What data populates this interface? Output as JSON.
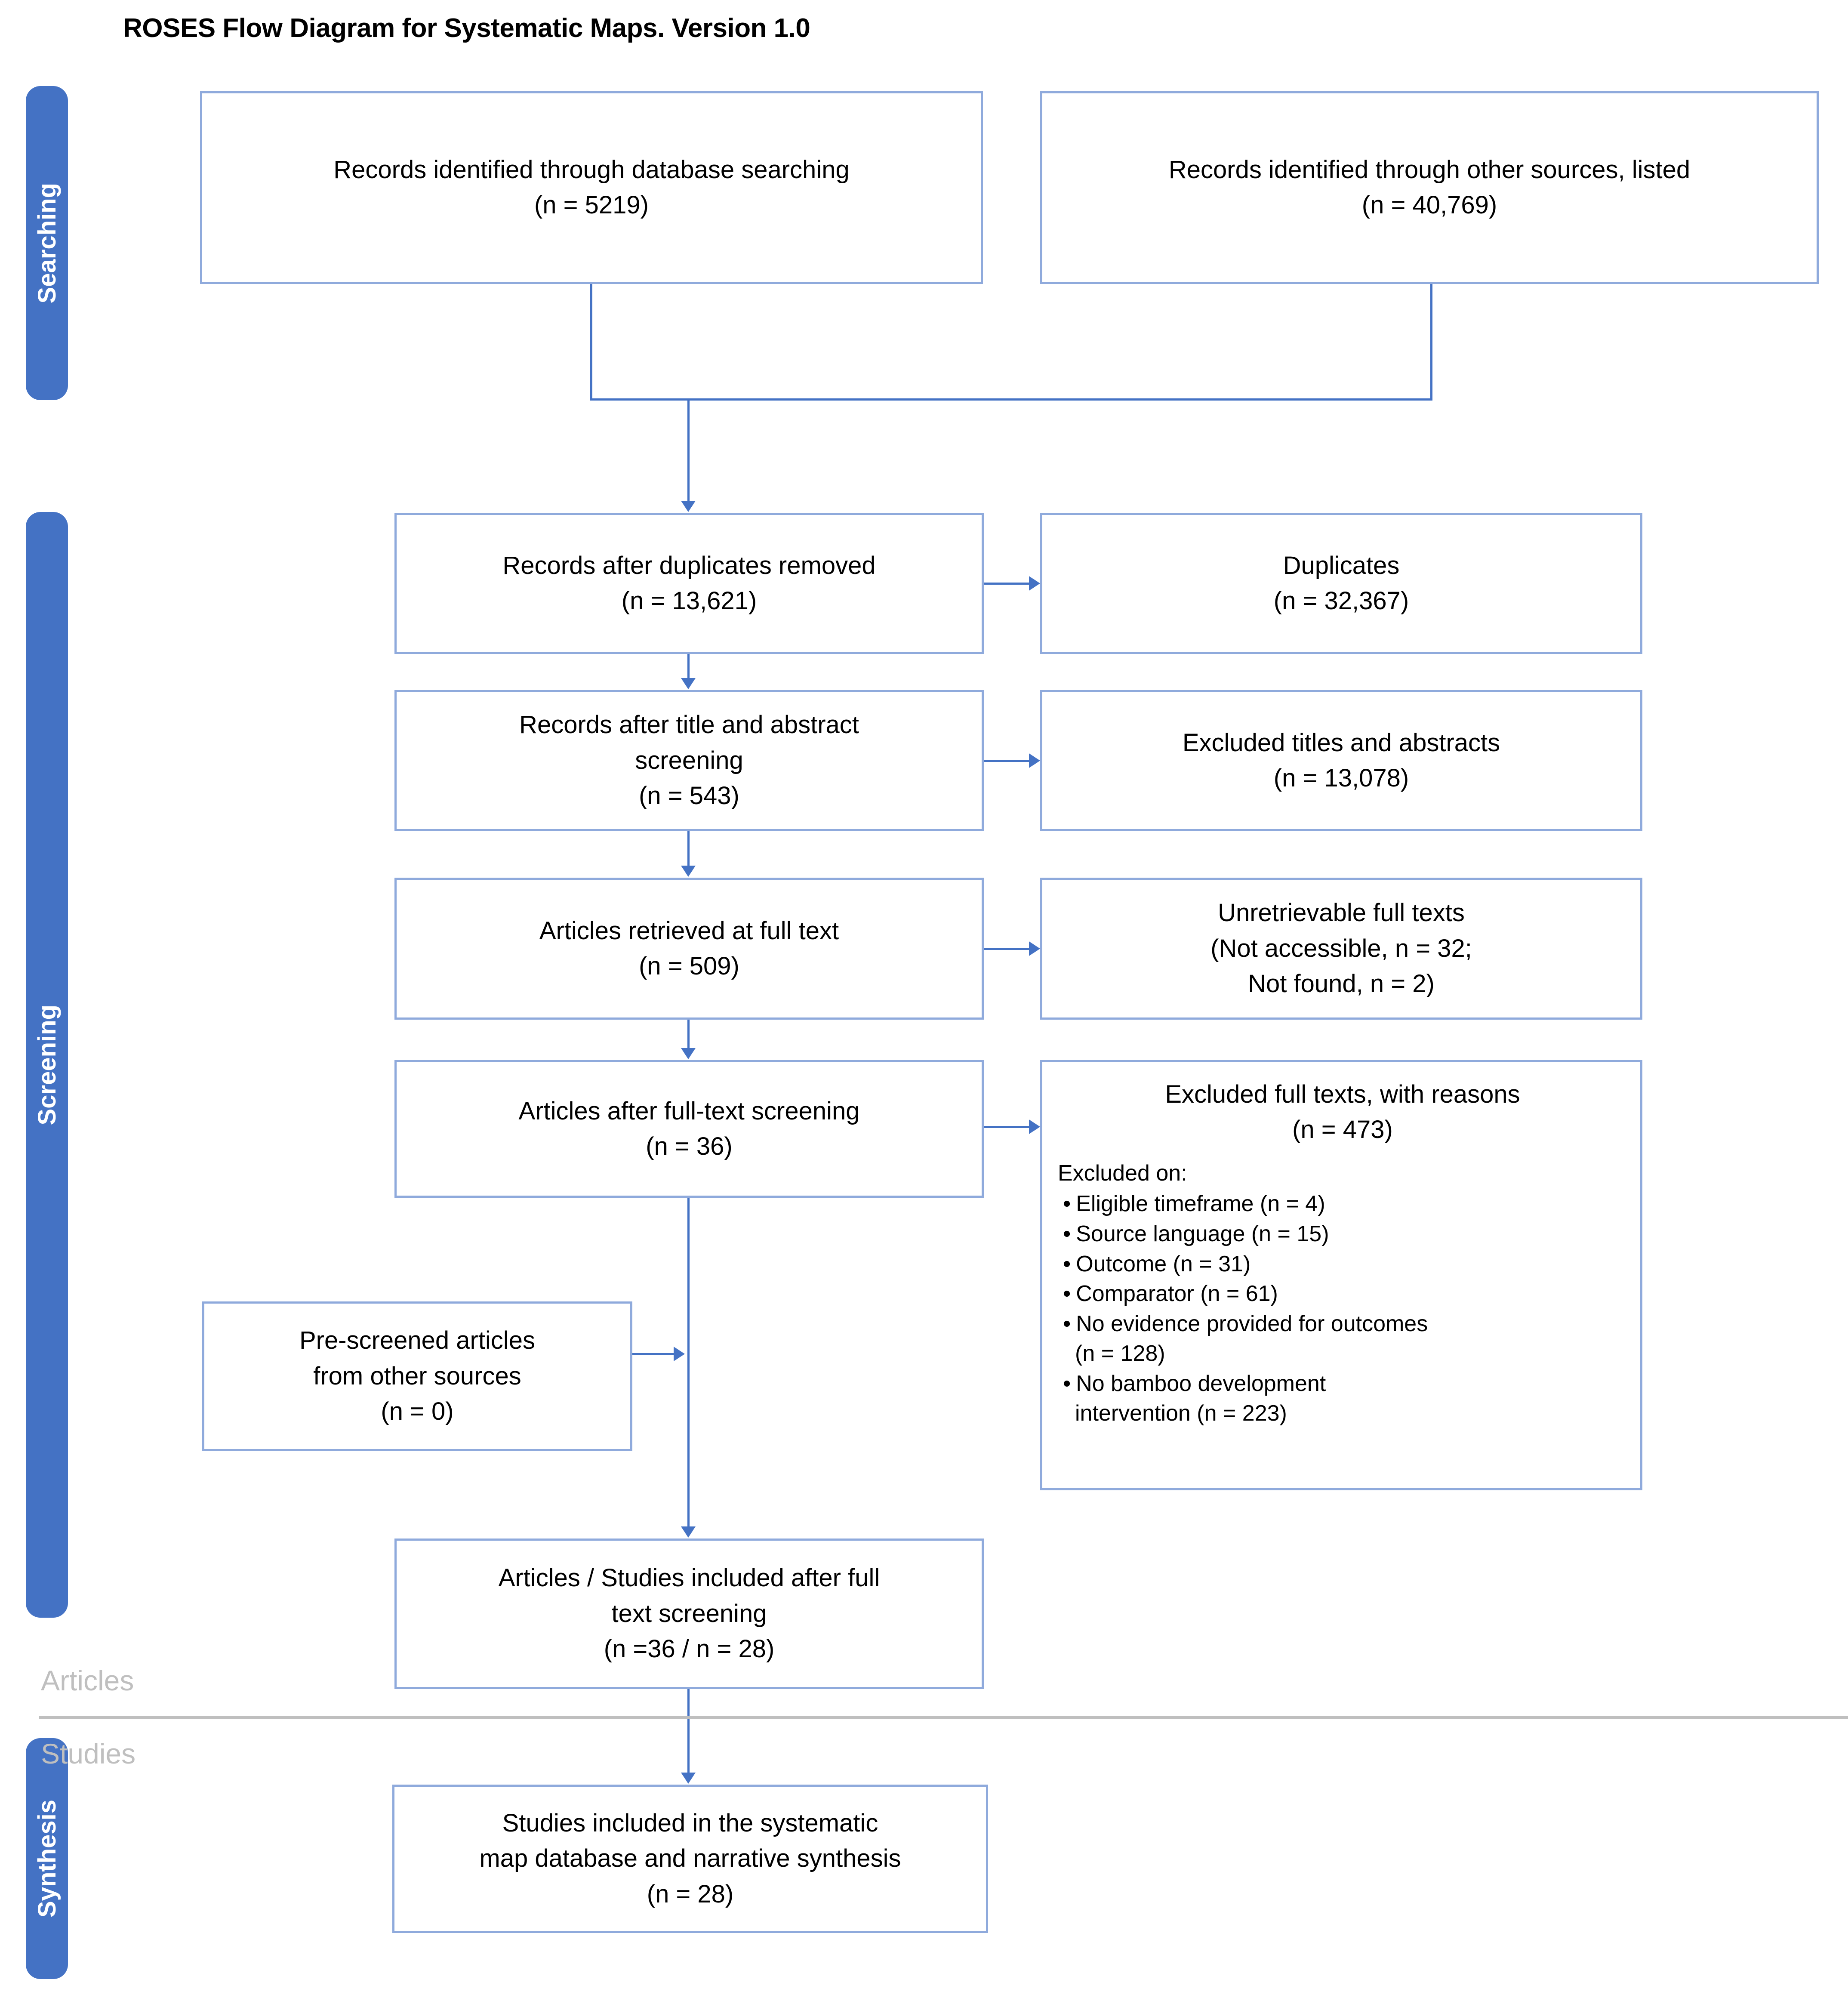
{
  "title": "ROSES Flow Diagram for Systematic Maps. Version 1.0",
  "colors": {
    "stage_tab_fill": "#4472C4",
    "box_border": "#8FAADC",
    "connector": "#4472C4",
    "divider": "#BFBFBF",
    "text": "#000000"
  },
  "stages": [
    {
      "label": "Searching"
    },
    {
      "label": "Screening"
    },
    {
      "label": "Synthesis"
    }
  ],
  "side_labels": {
    "articles": "Articles",
    "studies": "Studies"
  },
  "boxes": {
    "database_searching": {
      "line1": "Records identified through database searching",
      "line2": "(n = 5219)"
    },
    "other_sources": {
      "line1": "Records identified through other sources, listed",
      "line2": "(n = 40,769)"
    },
    "after_duplicates": {
      "line1": "Records after duplicates removed",
      "line2": "(n = 13,621)"
    },
    "duplicates": {
      "line1": "Duplicates",
      "line2": "(n = 32,367)"
    },
    "after_title_abstract": {
      "line1": "Records after title and abstract",
      "line2": "screening",
      "line3": "(n = 543)"
    },
    "excluded_titles_abstracts": {
      "line1": "Excluded titles and abstracts",
      "line2": "(n = 13,078)"
    },
    "retrieved_full_text": {
      "line1": "Articles retrieved at full text",
      "line2": "(n = 509)"
    },
    "unretrievable": {
      "line1": "Unretrievable full texts",
      "line2": "(Not accessible,  n = 32;",
      "line3": "Not found, n = 2)"
    },
    "after_full_text": {
      "line1": "Articles after full-text screening",
      "line2": "(n = 36)"
    },
    "excluded_full_texts": {
      "head1": "Excluded full texts, with reasons",
      "head2": "(n = 473)",
      "subhead": "Excluded on:",
      "reasons": [
        "Eligible timeframe (n = 4)",
        "Source language (n = 15)",
        "Outcome (n = 31)",
        "Comparator (n = 61)",
        "No evidence provided for outcomes",
        "(n = 128)",
        "No bamboo development",
        "intervention (n = 223)"
      ]
    },
    "pre_screened": {
      "line1": "Pre-screened articles",
      "line2": "from other sources",
      "line3": "(n = 0)"
    },
    "included_after_full_text": {
      "line1": "Articles / Studies included after full",
      "line2": "text screening",
      "line3": "(n =36 / n = 28)"
    },
    "studies_included": {
      "line1": "Studies included in the systematic",
      "line2": "map database and narrative synthesis",
      "line3": "(n = 28)"
    }
  }
}
